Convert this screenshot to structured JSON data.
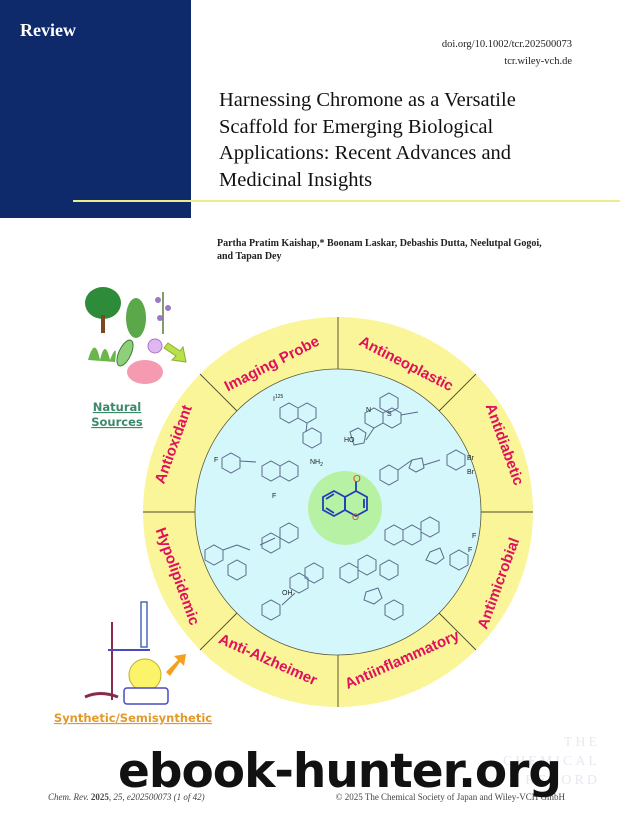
{
  "header": {
    "section_label": "Review",
    "journal_name": [
      "THE",
      "CHEMICAL",
      "RECORD"
    ],
    "doi": "doi.org/10.1002/tcr.202500073",
    "website": "tcr.wiley-vch.de",
    "colors": {
      "panel": "#0f2a6b",
      "rule": "#ecec8a"
    }
  },
  "article": {
    "title_lines": [
      "Harnessing Chromone as a Versatile",
      "Scaffold for Emerging Biological",
      "Applications: Recent Advances and",
      "Medicinal Insights"
    ],
    "authors_line1": "Partha Pratim Kaishap,* Boonam Laskar, Debashis Dutta, Neelutpal Gogoi,",
    "authors_line2": "and Tapan Dey"
  },
  "graphic": {
    "center_label": "Chromone",
    "segments": [
      "Imaging Probe",
      "Antineoplastic",
      "Antidiabetic",
      "Antimicrobial",
      "Antiinflammatory",
      "Anti-Alzheimer",
      "Hypolipidemic",
      "Antioxidant"
    ],
    "natural_sources_line1": "Natural",
    "natural_sources_line2": "Sources",
    "synthetic_label": "Synthetic/Semisynthetic",
    "molecule_atoms": {
      "i125": "I",
      "i125_sup": "125",
      "nh2": "NH",
      "nh2_sub": "2",
      "f": "F",
      "cf3_f": "F",
      "ho": "HO",
      "oh": "OH",
      "br1": "Br",
      "br2": "Br",
      "n": "N",
      "s": "S",
      "o": "O",
      "h": "H"
    },
    "colors": {
      "ring": "#fbf59a",
      "inner": "#d4f7fb",
      "core": "#b7f2a4",
      "segment_text": "#e0105a",
      "natural_text": "#3b8a6a",
      "synthetic_text": "#e39a2c"
    }
  },
  "footer": {
    "citation_journal": "Chem. Rev.",
    "citation_year": "2025",
    "citation_rest": ", 25, e202500073 (1 of 42)",
    "copyright": "© 2025 The Chemical Society of Japan and Wiley-VCH GmbH"
  },
  "watermark": "ebook-hunter.org"
}
